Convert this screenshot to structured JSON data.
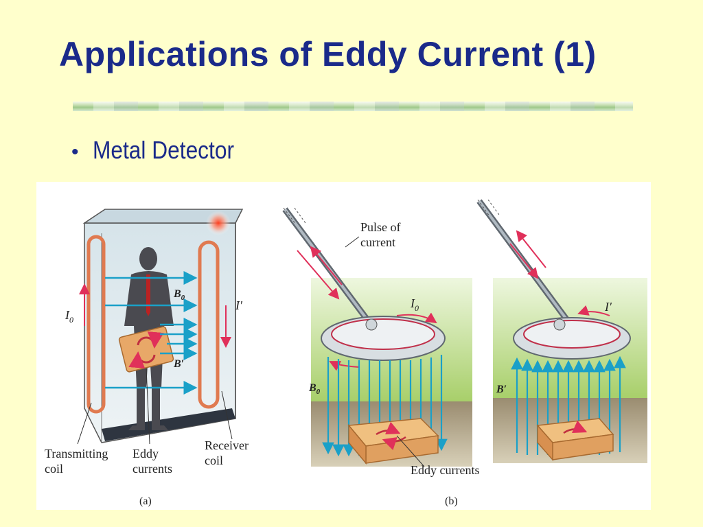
{
  "slide": {
    "title": "Applications of Eddy Current (1)",
    "bullets": [
      {
        "text": "Metal Detector"
      }
    ]
  },
  "figure": {
    "panel_a": {
      "caption": "(a)",
      "labels": {
        "i0": "I",
        "i0_sub": "0",
        "b0": "B",
        "b0_sub": "0",
        "bprime": "B′",
        "iprime": "I′",
        "transmitting_1": "Transmitting",
        "transmitting_2": "coil",
        "eddy_1": "Eddy",
        "eddy_2": "currents",
        "receiver_1": "Receiver",
        "receiver_2": "coil"
      }
    },
    "panel_b": {
      "caption": "(b)",
      "labels": {
        "pulse_1": "Pulse of",
        "pulse_2": "current",
        "i0": "I",
        "i0_sub": "0",
        "b0": "B",
        "b0_sub": "0",
        "bprime": "B′",
        "iprime": "I′",
        "eddy": "Eddy currents"
      }
    },
    "colors": {
      "field_arrow": "#1aa0c8",
      "coil": "#e07a50",
      "current_arrow": "#e0305a",
      "grass": "#a8cf6a",
      "soil": "#8a7a60",
      "box": "#e8a868"
    }
  }
}
